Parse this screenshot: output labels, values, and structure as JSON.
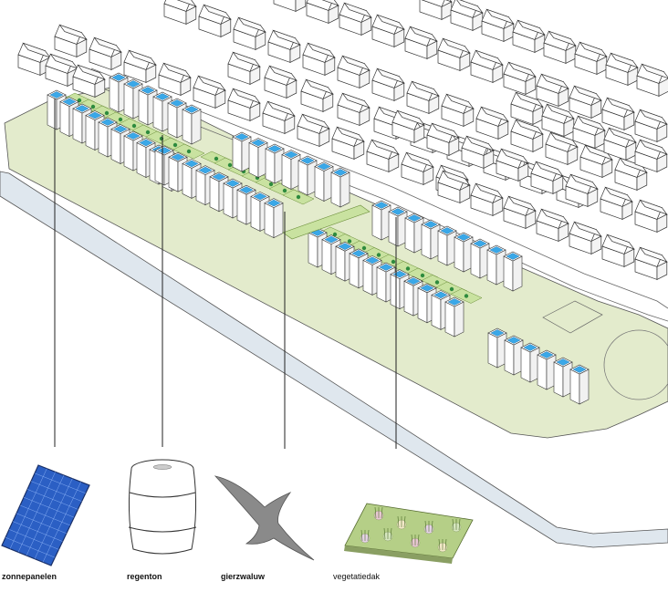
{
  "captions": [
    {
      "key": "solar",
      "label": "zonnepanelen"
    },
    {
      "key": "rain_barrel",
      "label": "regenton"
    },
    {
      "key": "swift",
      "label": "gierzwaluw"
    },
    {
      "key": "green_roof",
      "label": "vegetatiedak"
    }
  ],
  "colors": {
    "line": "#333333",
    "house_fill": "#ffffff",
    "grass": "#e3ebcc",
    "roof_green": "#c9e2a0",
    "water": "#dfe7ee",
    "solar_blue": "#3aa8e8",
    "panel_blue": "#2b5fc4",
    "swift_gray": "#8a8a8a",
    "tree_dot": "#2e8b3e"
  }
}
